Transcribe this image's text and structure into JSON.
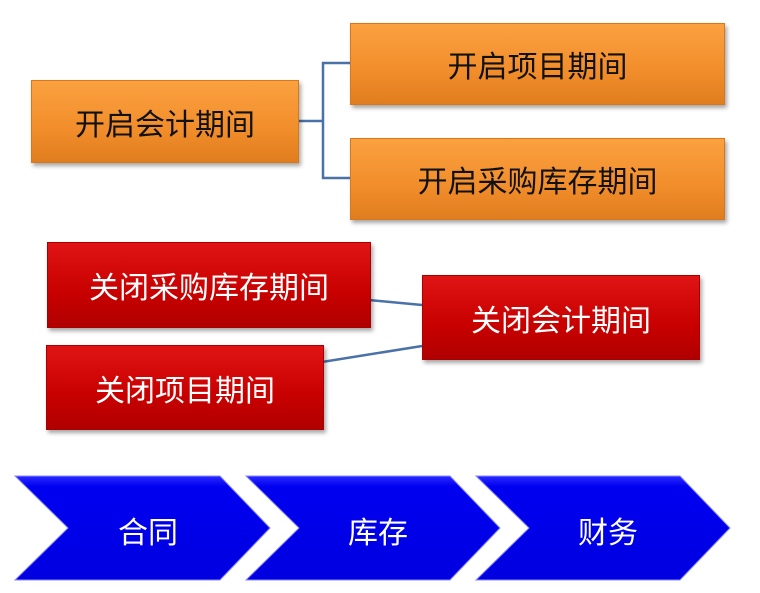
{
  "open": {
    "root": "开启会计期间",
    "children": [
      "开启项目期间",
      "开启采购库存期间"
    ]
  },
  "close": {
    "children": [
      "关闭采购库存期间",
      "关闭项目期间"
    ],
    "root": "关闭会计期间"
  },
  "process": {
    "steps": [
      "合同",
      "库存",
      "财务"
    ]
  },
  "colors": {
    "orange": "#f4922f",
    "red": "#c80000",
    "blue": "#0000f0",
    "connector": "#4a72a8"
  }
}
